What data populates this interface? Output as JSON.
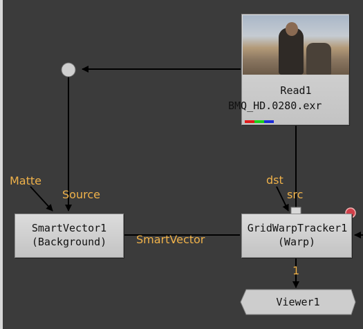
{
  "nodes": {
    "read": {
      "title": "Read1",
      "file": "BMQ_HD.0280.exr",
      "thumbnail": "read-thumbnail"
    },
    "smartvector": {
      "line1": "SmartVector1",
      "line2": "(Background)"
    },
    "gridwarp": {
      "line1": "GridWarpTracker1",
      "line2": "(Warp)"
    },
    "viewer": {
      "label": "Viewer1"
    }
  },
  "inputs": {
    "matte": "Matte",
    "source": "Source",
    "smartvector_link": "SmartVector",
    "dst": "dst",
    "src": "src",
    "viewer_input": "1"
  },
  "colors": {
    "canvas": "#3b3b3b",
    "node": "#cdcdcd",
    "input_label": "#f0b24a",
    "channel_red": "#e01b1b",
    "channel_green": "#1bd11b",
    "channel_blue": "#1b2bd8",
    "error_badge": "#d0404a"
  }
}
